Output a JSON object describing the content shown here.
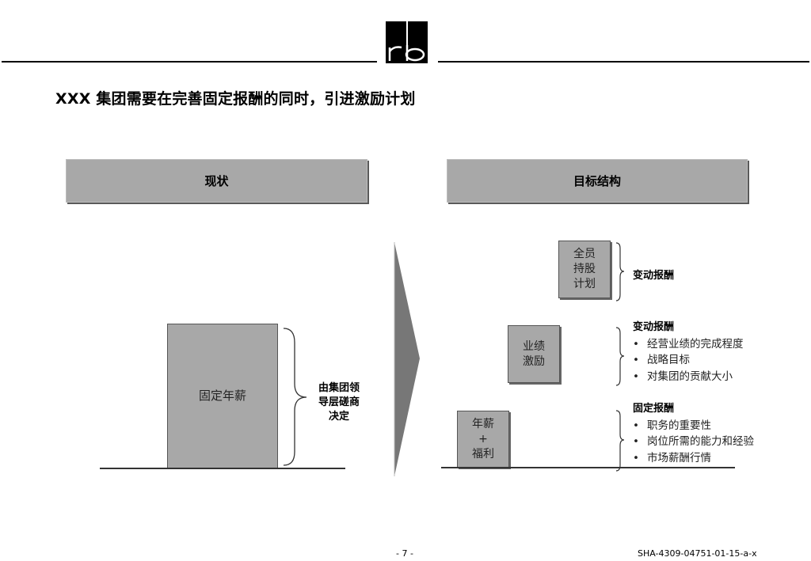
{
  "header": {
    "logo_text": "rb",
    "logo_icon": "rb-logo-icon"
  },
  "title": "XXX 集团需要在完善固定报酬的同时，引进激励计划",
  "sections": {
    "current": {
      "header": "现状",
      "box_label": "固定年薪",
      "note_lines": [
        "由集团领",
        "导层磋商",
        "决定"
      ]
    },
    "target": {
      "header": "目标结构",
      "tiers": [
        {
          "box_lines": [
            "全员",
            "持股",
            "计划"
          ],
          "label": "变动报酬",
          "bullets": []
        },
        {
          "box_lines": [
            "业绩",
            "激励"
          ],
          "label": "变动报酬",
          "bullets": [
            "经营业绩的完成程度",
            "战略目标",
            "对集团的贡献大小"
          ]
        },
        {
          "box_lines": [
            "年薪",
            "+",
            "福利"
          ],
          "label": "固定报酬",
          "bullets": [
            "职务的重要性",
            "岗位所需的能力和经验",
            "市场薪酬行情"
          ]
        }
      ]
    }
  },
  "transition_icon": "arrow-right-icon",
  "footer": {
    "page_number": "- 7 -",
    "doc_code": "SHA-4309-04751-01-15-a-x"
  },
  "colors": {
    "box_fill": "#a8a8a8",
    "arrow_fill": "#777777",
    "line": "#000000"
  }
}
